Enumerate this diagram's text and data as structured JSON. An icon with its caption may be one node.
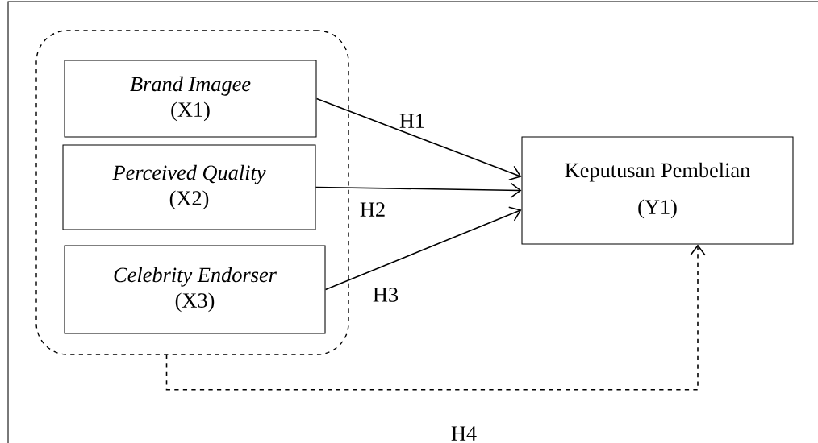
{
  "diagram": {
    "nodes": [
      {
        "text": [],
        "shape": "box"
      },
      {
        "text": [
          "Brand Imagee",
          "(X1)"
        ],
        "in": 0
      },
      {
        "text": [
          "Perceived Quality",
          "(X2)"
        ],
        "in": 0
      },
      {
        "text": [
          "Celebrity Endorser",
          "(X3)"
        ],
        "in": 0
      },
      {
        "text": [
          "Keputusan Pembelian",
          "(Y1)"
        ]
      }
    ],
    "edges": [
      {
        "from": 1,
        "to": 4,
        "arrow": "to",
        "label": "H1"
      },
      {
        "from": 2,
        "to": 4,
        "arrow": "to",
        "label": "H2"
      },
      {
        "from": 3,
        "to": 4,
        "arrow": "to",
        "label": "H3"
      },
      {
        "from": 0,
        "to": 4,
        "arrow": "to",
        "label": "H4",
        "style": "dashed"
      }
    ]
  }
}
